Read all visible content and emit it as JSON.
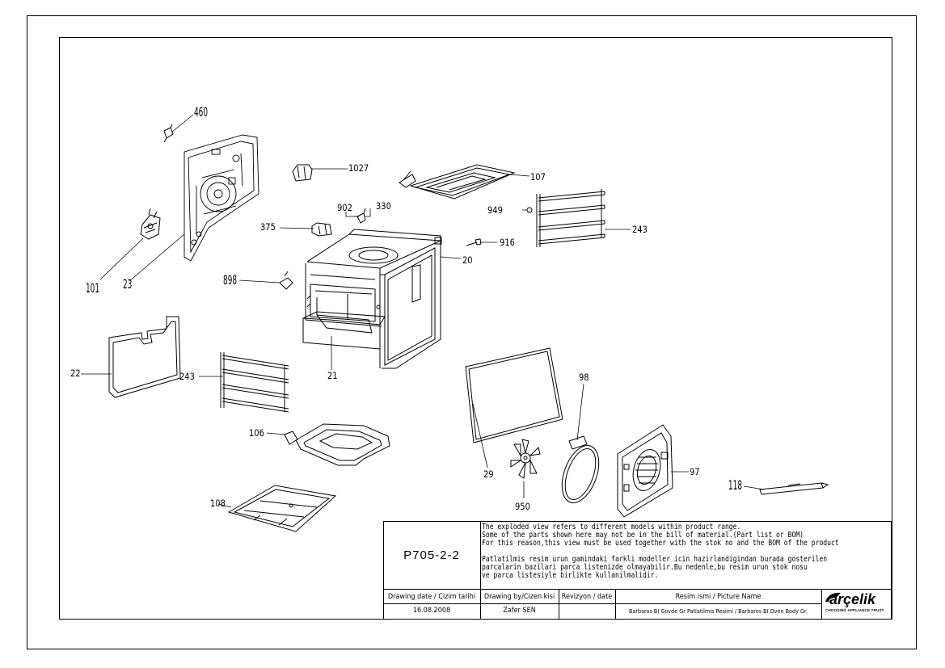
{
  "drawing": {
    "code": "P705-2-2",
    "notes_en": [
      "The exploded view refers to different models within product range.",
      "Some of the parts shown here may not be in the bill of material.(Part list or BOM)",
      "For this reason,this view must be used together with the stok no and the BOM of the product"
    ],
    "notes_tr": [
      "Patlatilmis resim urun gamindaki farkli modeller icin hazirlandigindan burada gosterilen",
      "parcalarin bazilari parca listenizde olmayabilir.Bu nedenle,bu resim urun stok nosu",
      "ve parca listesiyle birlikte kullanilmalidir."
    ],
    "headers": {
      "date": "Drawing date / Cizim tarihi",
      "by": "Drawing by/Cizen kisi",
      "revision": "Revizyon / date",
      "picture_name": "Resim ismi / Picture Name"
    },
    "values": {
      "date": "16.08.2008",
      "by": "Zafer SEN",
      "revision": "",
      "picture_name": "Barbaros BI Govde Gr Patlatilmis Resimi / Barbaros BI Oven Body Gr."
    },
    "logo": {
      "name": "arçelik",
      "tagline": "CHOOSING APPLIANCE TRUST",
      "icon": "arcelik-logo-icon"
    }
  },
  "part_labels": [
    {
      "id": "460",
      "text": "460"
    },
    {
      "id": "1027",
      "text": "1027"
    },
    {
      "id": "107",
      "text": "107"
    },
    {
      "id": "902",
      "text": "902"
    },
    {
      "id": "330",
      "text": "330"
    },
    {
      "id": "949",
      "text": "949"
    },
    {
      "id": "375",
      "text": "375"
    },
    {
      "id": "916",
      "text": "916"
    },
    {
      "id": "243a",
      "text": "243"
    },
    {
      "id": "20",
      "text": "20"
    },
    {
      "id": "898",
      "text": "898"
    },
    {
      "id": "101",
      "text": "101"
    },
    {
      "id": "23",
      "text": "23"
    },
    {
      "id": "22",
      "text": "22"
    },
    {
      "id": "243b",
      "text": "243"
    },
    {
      "id": "21",
      "text": "21"
    },
    {
      "id": "98",
      "text": "98"
    },
    {
      "id": "106",
      "text": "106"
    },
    {
      "id": "29",
      "text": "29"
    },
    {
      "id": "97",
      "text": "97"
    },
    {
      "id": "118",
      "text": "118"
    },
    {
      "id": "950",
      "text": "950"
    },
    {
      "id": "108",
      "text": "108"
    }
  ],
  "colors": {
    "ink": "#000000",
    "paper": "#ffffff"
  }
}
